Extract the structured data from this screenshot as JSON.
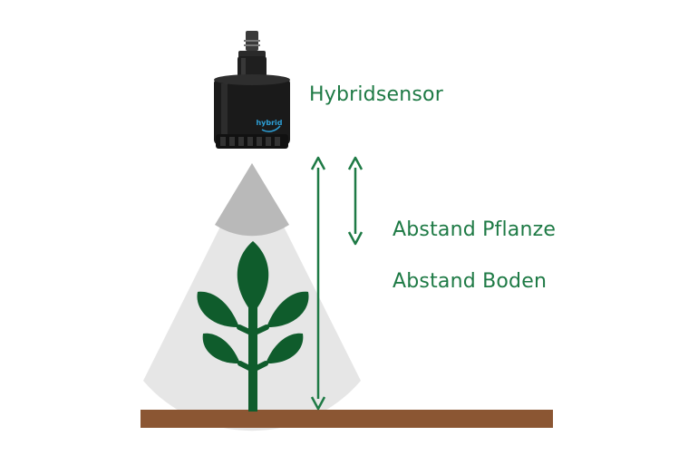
{
  "labels": {
    "sensor": "Hybridsensor",
    "distance_plant": "Abstand Pflanze",
    "distance_ground": "Abstand Boden"
  },
  "sensor_logo_text": "hybrid",
  "colors": {
    "accent_green": "#1e7a45",
    "plant_green": "#0f5c2c",
    "ground_brown": "#8b5633",
    "beam_light": "#e6e6e6",
    "beam_dark": "#b9b9b9",
    "sensor_body": "#1a1a1a",
    "logo_blue": "#2d9fd6"
  }
}
